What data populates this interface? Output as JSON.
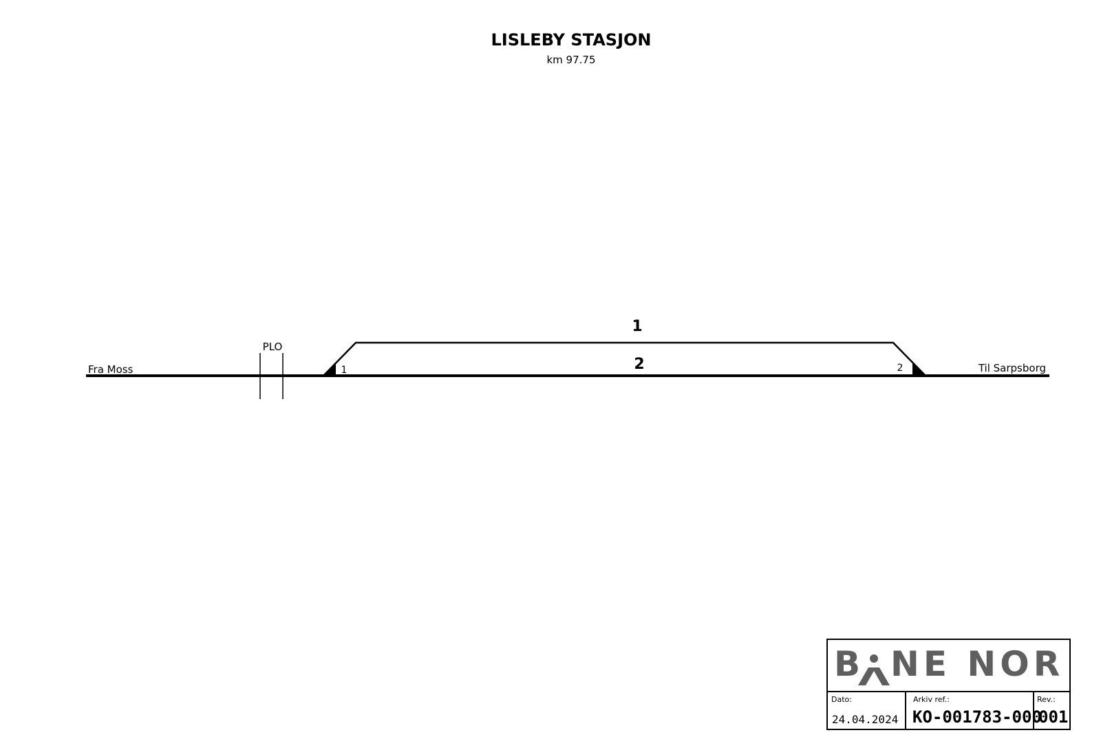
{
  "header": {
    "title": "LISLEBY STASJON",
    "km": "km 97.75"
  },
  "diagram": {
    "from_label": "Fra Moss",
    "to_label": "Til Sarpsborg",
    "marker_label": "PLO",
    "tracks": [
      {
        "number": "1"
      },
      {
        "number": "2"
      }
    ],
    "switches": [
      {
        "number": "1"
      },
      {
        "number": "2"
      }
    ]
  },
  "title_block": {
    "logo_left": "B",
    "logo_right": "NE NOR",
    "logo_color": "#5f5f5f",
    "date_label": "Dato:",
    "date_value": "24.04.2024",
    "archive_label": "Arkiv ref.:",
    "archive_value": "KO-001783-000",
    "rev_label": "Rev.:",
    "rev_value": "001"
  }
}
